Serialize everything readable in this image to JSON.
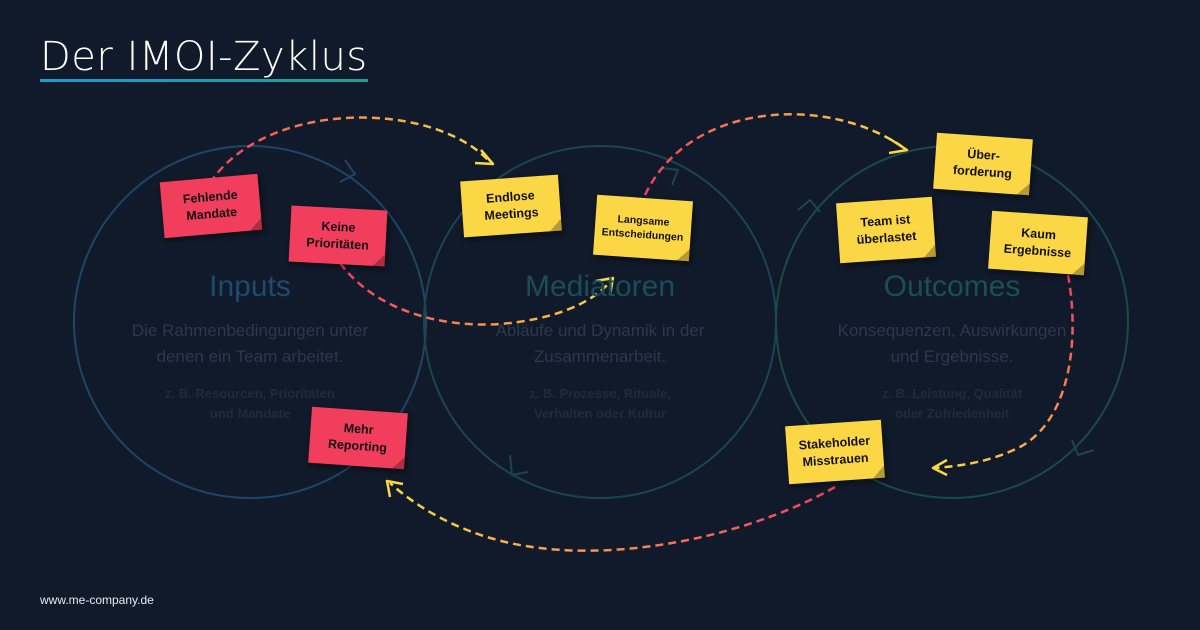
{
  "title": "Der IMOI-Zyklus",
  "footer": "www.me-company.de",
  "circles": [
    {
      "title": "Inputs",
      "desc1": "Die Rahmenbedingungen unter",
      "desc2": "denen ein Team arbeitet.",
      "example1": "z. B. Resourcen, Prioritäten",
      "example2": "und Mandate"
    },
    {
      "title": "Mediatoren",
      "desc1": "Abläufe und Dynamik in der",
      "desc2": "Zusammenarbeit.",
      "example1": "z. B. Prozesse, Rituale,",
      "example2": "Verhalten oder Kultur"
    },
    {
      "title": "Outcomes",
      "desc1": "Konsequenzen, Auswirkungen",
      "desc2": "und Ergebnisse.",
      "example1": "z. B. Leistung, Qualität",
      "example2": "oder Zufriedenheit"
    }
  ],
  "notes": [
    {
      "line1": "Fehlende",
      "line2": "Mandate",
      "color": "#f13e5c"
    },
    {
      "line1": "Keine",
      "line2": "Prioritäten",
      "color": "#f13e5c"
    },
    {
      "line1": "Mehr",
      "line2": "Reporting",
      "color": "#f13e5c"
    },
    {
      "line1": "Endlose",
      "line2": "Meetings",
      "color": "#fbd746"
    },
    {
      "line1": "Langsame",
      "line2": "Entscheidungen",
      "color": "#fbd746"
    },
    {
      "line1": "Über-",
      "line2": "forderung",
      "color": "#fbd746"
    },
    {
      "line1": "Team ist",
      "line2": "überlastet",
      "color": "#fbd746"
    },
    {
      "line1": "Kaum",
      "line2": "Ergebnisse",
      "color": "#fbd746"
    },
    {
      "line1": "Stakeholder",
      "line2": "Misstrauen",
      "color": "#fbd746"
    }
  ],
  "colors": {
    "background": "#111a2a",
    "circle_inputs": "#1e4566",
    "circle_mediatoren": "#1a4550",
    "circle_outcomes": "#1a4a48",
    "accent_blue": "#1a9ad0",
    "accent_teal": "#1d9f91",
    "arrow_red": "#f13e5c",
    "arrow_yellow": "#fbd746"
  }
}
